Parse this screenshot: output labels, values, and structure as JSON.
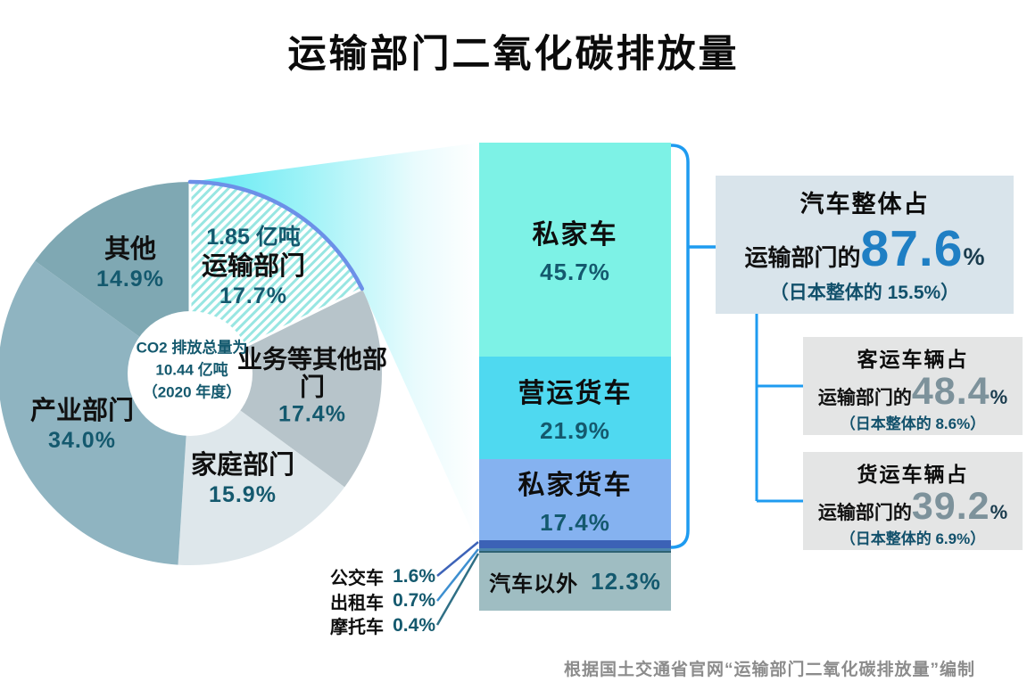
{
  "title": "运输部门二氧化碳排放量",
  "attribution": "根据国土交通省官网“运输部门二氧化碳排放量”编制",
  "donut": {
    "center_lines": [
      "CO2 排放总量为",
      "10.44 亿吨",
      "（2020 年度）"
    ],
    "slices": {
      "transport": {
        "amount": "1.85 亿吨",
        "name": "运输部门",
        "pct": "17.7%"
      },
      "business": {
        "name": "业务等其他部门",
        "pct": "17.4%"
      },
      "household": {
        "name": "家庭部门",
        "pct": "15.9%"
      },
      "industry": {
        "name": "产业部门",
        "pct": "34.0%"
      },
      "other": {
        "name": "其他",
        "pct": "14.9%"
      }
    }
  },
  "bar": {
    "private_car": {
      "name": "私家车",
      "pct": "45.7%"
    },
    "commercial_truck": {
      "name": "营运货车",
      "pct": "21.9%"
    },
    "private_truck": {
      "name": "私家货车",
      "pct": "17.4%"
    },
    "bus": {
      "name": "公交车",
      "pct": "1.6%"
    },
    "taxi": {
      "name": "出租车",
      "pct": "0.7%"
    },
    "motorcycle": {
      "name": "摩托车",
      "pct": "0.4%"
    },
    "non_auto": {
      "name": "汽车以外",
      "pct": "12.3%"
    }
  },
  "boxes": [
    {
      "title": "汽车整体占",
      "prefix": "运输部门的",
      "big": "87.6",
      "unit": "%",
      "sub": "（日本整体的 15.5%）"
    },
    {
      "title": "客运车辆占",
      "prefix": "运输部门的",
      "big": "48.4",
      "unit": "%",
      "sub": "（日本整体的 8.6%）"
    },
    {
      "title": "货运车辆占",
      "prefix": "运输部门的",
      "big": "39.2",
      "unit": "%",
      "sub": "（日本整体的 6.9%）"
    }
  ],
  "colors": {
    "pie_transport_stripe": "#98e6e2",
    "pie_transport_arc": "#6c90e8",
    "pie_business": "#b7c4ca",
    "pie_household": "#dee7eb",
    "pie_industry": "#8fb4c1",
    "pie_other": "#7fa8b3",
    "bar_private_car": "#7df2e6",
    "bar_commercial_truck": "#4fd9f0",
    "bar_private_truck": "#85b2f0",
    "bar_bus": "#3c62b6",
    "bar_taxi": "#4c86ae",
    "bar_motorcycle": "#2e6272",
    "bar_non_auto": "#9fbdc2",
    "accent_blue": "#1e9bf0",
    "big_number_blue": "#1f7fc4",
    "big_number_gray": "#7d929b",
    "dark_teal_text": "#14596e",
    "box1_bg": "#d9e4eb",
    "box23_bg": "#e4e5e5"
  },
  "chart_data": [
    {
      "type": "pie",
      "title": "CO2 排放总量为 10.44 亿吨（2020 年度）",
      "unit": "%",
      "categories": [
        "运输部门",
        "业务等其他部门",
        "家庭部门",
        "产业部门",
        "其他"
      ],
      "values": [
        17.7,
        17.4,
        15.9,
        34.0,
        14.9
      ],
      "annotations": [
        "运输部门 = 1.85 亿吨"
      ],
      "start_angle_deg": 0,
      "direction": "clockwise",
      "donut_hole": true
    },
    {
      "type": "bar",
      "title": "运输部门内部构成（占运输部门比例）",
      "unit": "%",
      "categories": [
        "私家车",
        "营运货车",
        "私家货车",
        "公交车",
        "出租车",
        "摩托车",
        "汽车以外"
      ],
      "values": [
        45.7,
        21.9,
        17.4,
        1.6,
        0.7,
        0.4,
        12.3
      ],
      "stacked": true
    },
    {
      "type": "table",
      "title": "汇总",
      "categories": [
        "汽车整体占运输部门的",
        "汽车整体占日本整体的",
        "客运车辆占运输部门的",
        "客运车辆占日本整体的",
        "货运车辆占运输部门的",
        "货运车辆占日本整体的"
      ],
      "values": [
        87.6,
        15.5,
        48.4,
        8.6,
        39.2,
        6.9
      ],
      "unit": "%"
    }
  ]
}
